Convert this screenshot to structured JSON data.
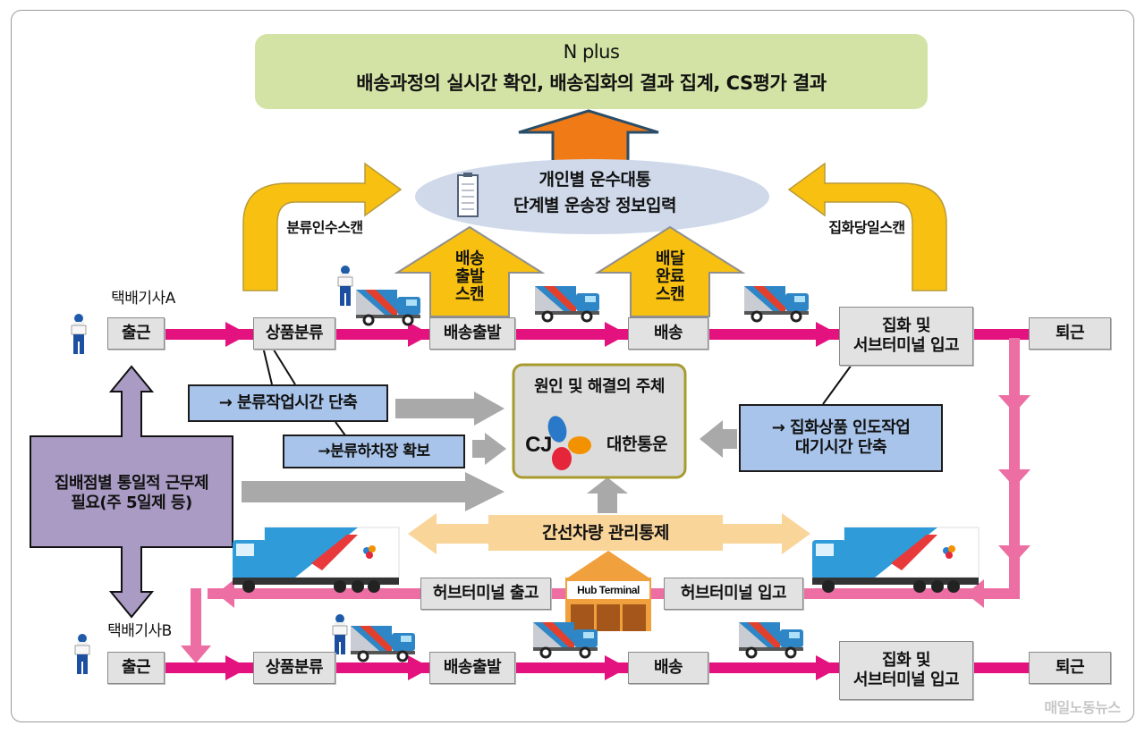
{
  "header": {
    "title": "N plus",
    "subtitle": "배송과정의 실시간 확인, 배송집화의 결과 집계, CS평가 결과"
  },
  "center_ellipse": {
    "line1": "개인별 운수대통",
    "line2": "단계별 운송장 정보입력",
    "icon": "clipboard-icon"
  },
  "scans": {
    "sort_receive": "분류인수스캔",
    "pickup_same_day": "집화당일스캔",
    "delivery_departure": [
      "배송",
      "출발",
      "스캔"
    ],
    "delivery_complete": [
      "배달",
      "완료",
      "스캔"
    ]
  },
  "driver_a": {
    "label": "택배기사A",
    "steps": [
      "출근",
      "상품분류",
      "배송출발",
      "배송",
      "집화 및",
      "서브터미널 입고",
      "퇴근"
    ]
  },
  "driver_b": {
    "label": "택배기사B",
    "steps": [
      "출근",
      "상품분류",
      "배송출발",
      "배송",
      "집화 및",
      "서브터미널 입고",
      "퇴근"
    ]
  },
  "causes": {
    "sort_time": "→ 분류작업시간 단축",
    "sort_dock": "→분류하차장 확보",
    "pickup_line1": "→ 집화상품 인도작업",
    "pickup_line2": "대기시간 단축",
    "work_line1": "집배점별 통일적 근무제",
    "work_line2": "필요(주 5일제 등)"
  },
  "responsible": {
    "title": "원인 및 해결의 주체",
    "logo_cj": "CJ",
    "logo_name": "대한통운"
  },
  "trunk": {
    "control_label": "간선차량 관리통제",
    "hub_out": "허브터미널 출고",
    "hub_in": "허브터미널 입고",
    "hub_terminal": "Hub Terminal"
  },
  "watermark": "매일노동뉴스",
  "colors": {
    "flow_magenta": "#e4127e",
    "return_pink": "#ec6ea3",
    "scan_yellow": "#f8c112",
    "nplus_green": "#d3e3a5",
    "orange_arrow": "#f07b16",
    "ellipse_blue": "#cfd9ea",
    "cause_blue": "#a8c4ea",
    "work_purple": "#a99bc4",
    "gray_arrow": "#a9a9a9",
    "control_peach": "#f9d59a",
    "hub_brown": "#a5561a"
  }
}
